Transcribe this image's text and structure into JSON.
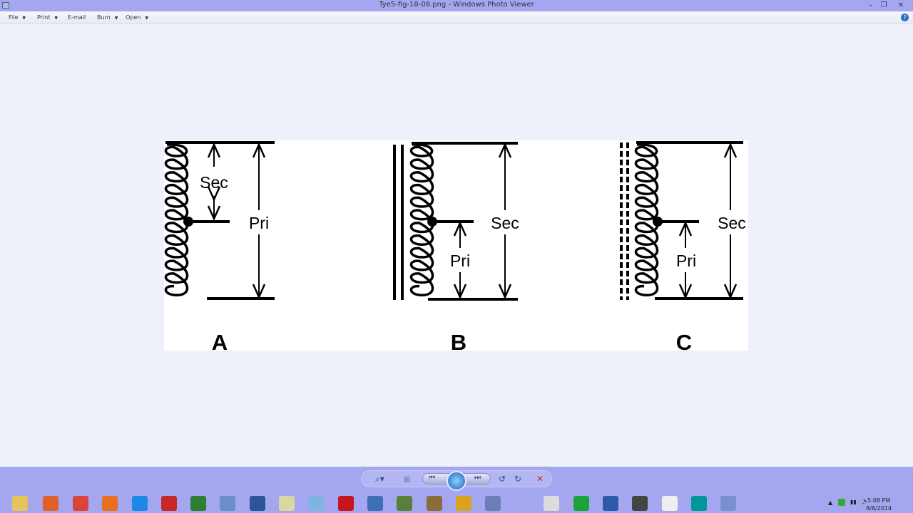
{
  "window": {
    "title": "Tye5-fig-18-08.png - Windows Photo Viewer",
    "minimize": "–",
    "restore": "❐",
    "close": "✕"
  },
  "menu": {
    "items": [
      {
        "label": "File",
        "dropdown": true
      },
      {
        "label": "Print",
        "dropdown": true
      },
      {
        "label": "E-mail",
        "dropdown": false
      },
      {
        "label": "Burn",
        "dropdown": true
      },
      {
        "label": "Open",
        "dropdown": true
      }
    ],
    "help": "?"
  },
  "figure": {
    "panels": [
      {
        "letter": "A",
        "sec": "Sec",
        "pri": "Pri",
        "core": "none"
      },
      {
        "letter": "B",
        "sec": "Sec",
        "pri": "Pri",
        "core": "solid"
      },
      {
        "letter": "C",
        "sec": "Sec",
        "pri": "Pri",
        "core": "dashed"
      }
    ]
  },
  "controls": {
    "zoom": "⌕▾",
    "fit": "▣",
    "prev": "⏮",
    "slideshow": "▭",
    "next": "⏭",
    "rotate_ccw": "↺",
    "rotate_cw": "↻",
    "delete": "✕"
  },
  "taskbar": {
    "icons": [
      "file-explorer",
      "office",
      "chrome",
      "firefox",
      "internet-explorer",
      "filezilla",
      "pcb-app",
      "tool-app",
      "word",
      "notepad",
      "app",
      "acrobat",
      "app",
      "app",
      "app",
      "app",
      "app",
      "calculator",
      "app",
      "app",
      "app",
      "rtty",
      "arduino",
      "photo-viewer"
    ],
    "icon_colors": [
      "#e8c25a",
      "#e0622a",
      "#db4437",
      "#e76f1e",
      "#1e88e5",
      "#c62828",
      "#2e7d32",
      "#6a8fc8",
      "#2b579a",
      "#d8d8a0",
      "#7fb3e0",
      "#c4161c",
      "#3f6fb5",
      "#5b7f3a",
      "#8a6d3b",
      "#d9a321",
      "#6a7fb5",
      "#dcdcdc",
      "#19a33a",
      "#2a5aa8",
      "#444",
      "#eeeeee",
      "#00979c",
      "#7a8fd0"
    ],
    "clock_time": "5:08 PM",
    "clock_date": "8/8/2014"
  }
}
